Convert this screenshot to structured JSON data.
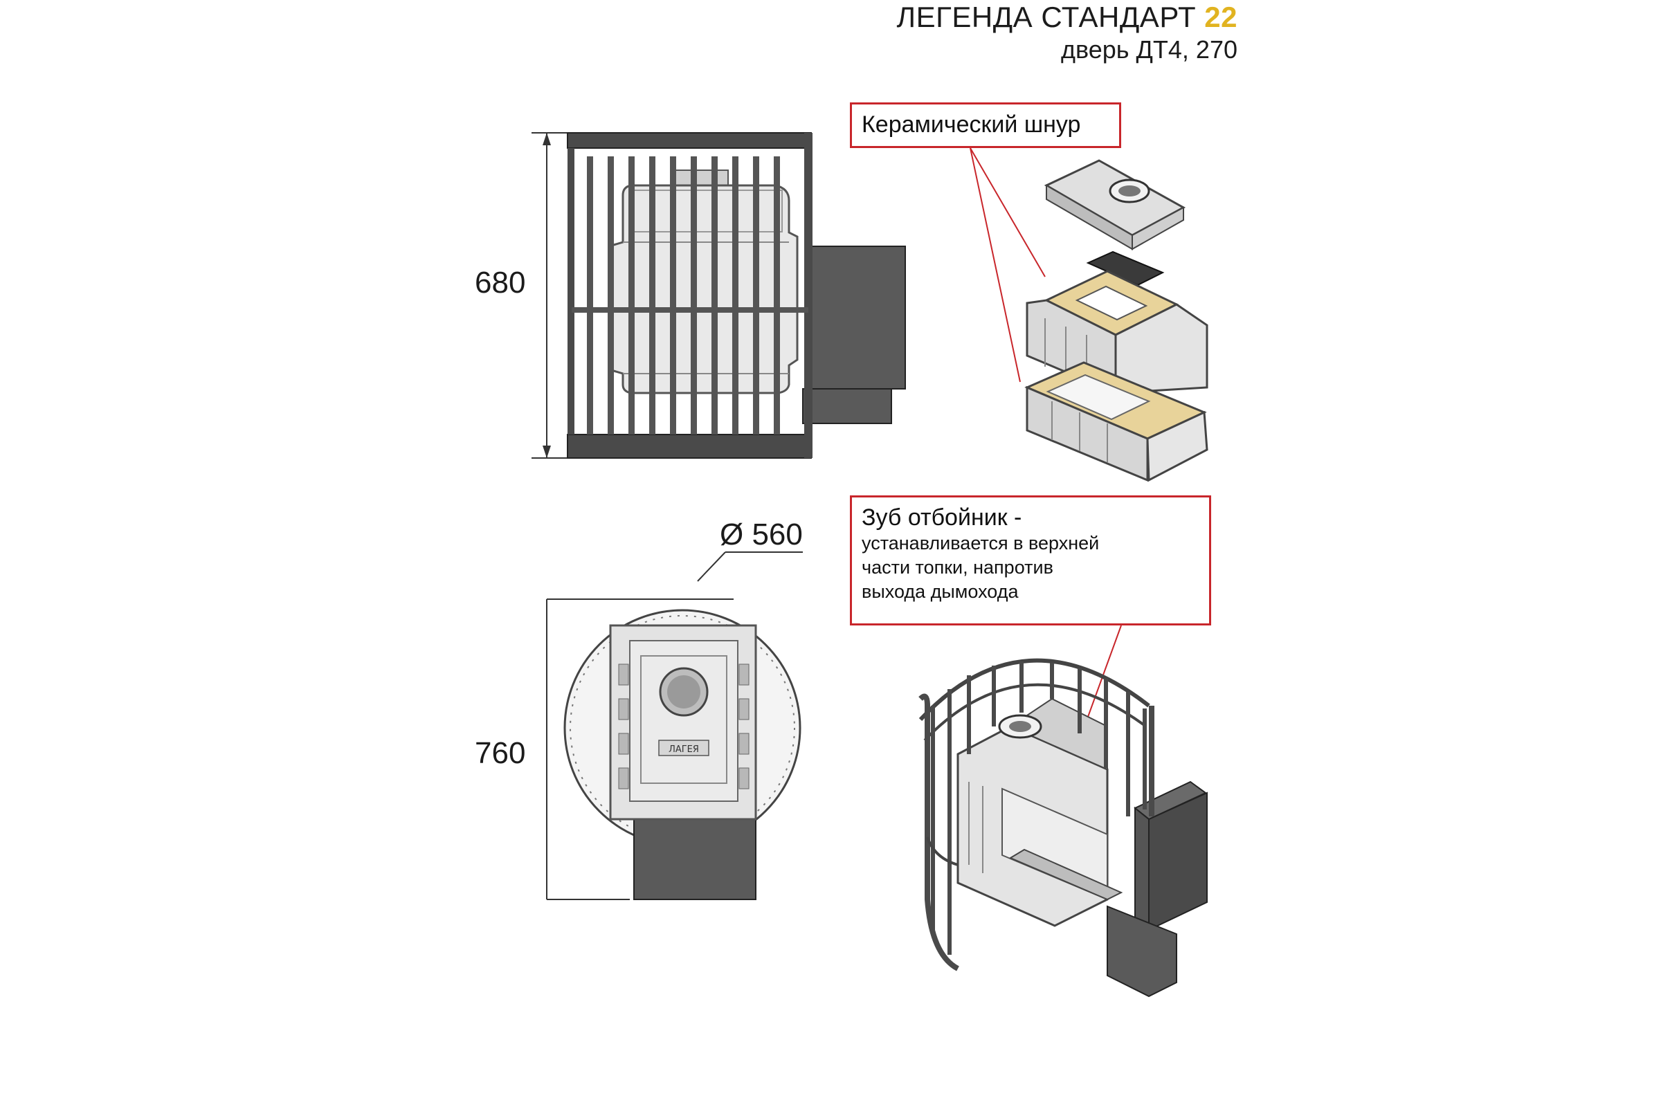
{
  "header": {
    "title": "ЛЕГЕНДА СТАНДАРТ",
    "model_number": "22",
    "subtitle": "дверь ДТ4, 270"
  },
  "dimensions": {
    "height": "680",
    "depth": "760",
    "diameter": "Ø 560"
  },
  "callouts": {
    "ceramic_cord": "Керамический шнур",
    "deflector_title": "Зуб отбойник -",
    "deflector_lines": [
      "устанавливается в верхней",
      "части топки, напротив",
      "выхода дымохода"
    ]
  },
  "brand_plate": "ЛАГЕЯ",
  "colors": {
    "callout_border": "#c8262b",
    "accent_number": "#e1b320",
    "cord": "#e8d39a",
    "metal_dark": "#3f3f3f",
    "cast_iron_light": "#e6e6e6"
  }
}
